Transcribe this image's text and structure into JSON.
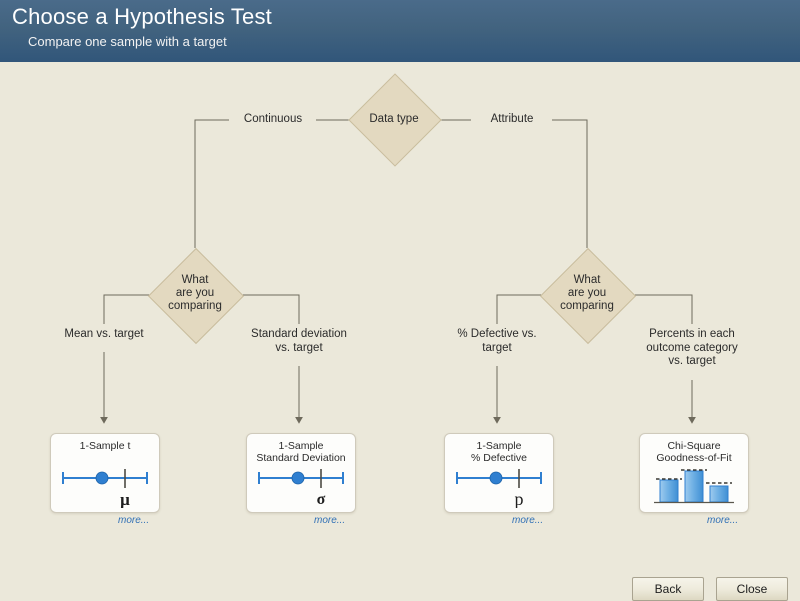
{
  "header": {
    "title": "Choose a Hypothesis Test",
    "subtitle": "Compare one sample with a target"
  },
  "colors": {
    "header_top": "#4a6b8a",
    "header_bottom": "#31567a",
    "background": "#ebe8da",
    "diamond_fill": "#e3d9c0",
    "diamond_border": "#c9bd9e",
    "connector": "#6e6a5c",
    "card_fill": "#fdfdfb",
    "card_border": "#cfcabb",
    "accent_blue": "#2f7fd0",
    "link_blue": "#2f6fb5"
  },
  "flowchart": {
    "root": {
      "label": "Data type"
    },
    "branch_labels": {
      "left": "Continuous",
      "right": "Attribute"
    },
    "decisions": [
      {
        "label": "What\nare you\ncomparing"
      },
      {
        "label": "What\nare you\ncomparing"
      }
    ],
    "edges": [
      {
        "label": "Mean vs. target"
      },
      {
        "label": "Standard deviation\nvs. target"
      },
      {
        "label": "% Defective vs.\ntarget"
      },
      {
        "label": "Percents in each\noutcome category\nvs. target"
      }
    ],
    "cards": [
      {
        "title": "1-Sample t",
        "symbol": "μ",
        "art": "interval-plot",
        "more": "more..."
      },
      {
        "title": "1-Sample\nStandard Deviation",
        "symbol": "σ",
        "art": "interval-plot",
        "more": "more..."
      },
      {
        "title": "1-Sample\n% Defective",
        "symbol": "p",
        "art": "interval-plot",
        "more": "more..."
      },
      {
        "title": "Chi-Square\nGoodness-of-Fit",
        "symbol": "",
        "art": "bar-chart",
        "more": "more..."
      }
    ]
  },
  "footer": {
    "back_label": "Back",
    "close_label": "Close"
  }
}
